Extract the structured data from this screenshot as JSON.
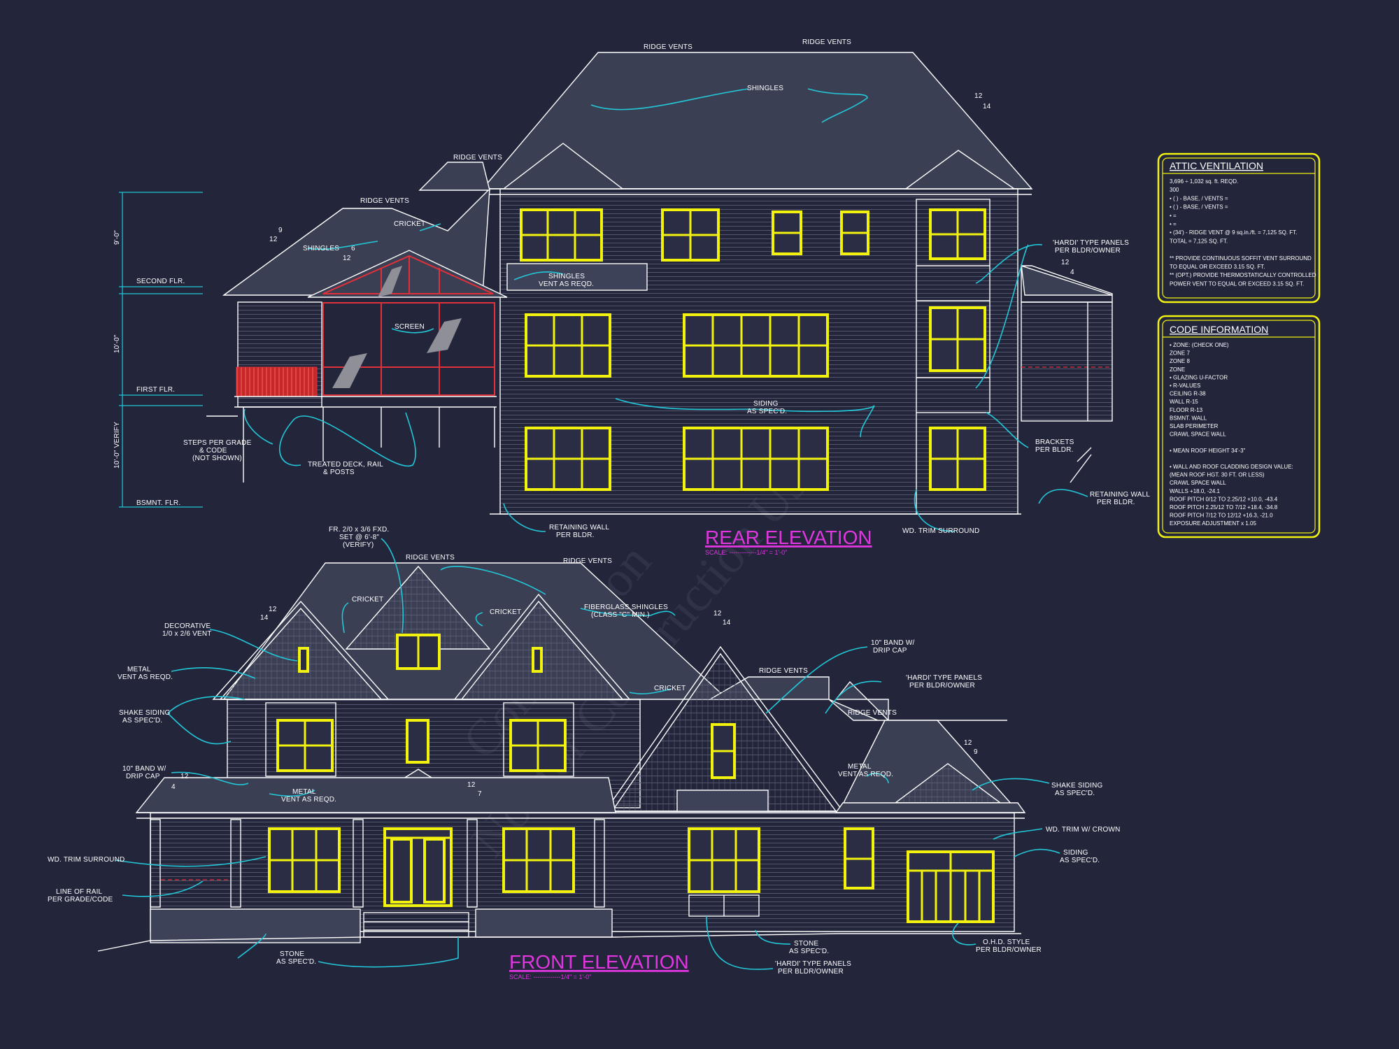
{
  "colors": {
    "background": "#23253b",
    "linework": "#ffffff",
    "windows": "#f2f20e",
    "leaders": "#22c8d8",
    "titles": "#e036e0",
    "screen_frame": "#e0303a",
    "info_box_border": "#f2f20e"
  },
  "watermark": {
    "line1": "Construction",
    "line2": "Not for Construction Use"
  },
  "rear": {
    "title": "REAR ELEVATION",
    "scale": "SCALE: -------------1/4\" = 1'-0\"",
    "levels": {
      "second": "SECOND FLR.",
      "first": "FIRST FLR.",
      "basement": "BSMNT. FLR.",
      "dim_upper": "9'-0\"",
      "dim_mid": "10'-0\"",
      "dim_lower": "10'-0\" VERIFY"
    },
    "pitches": {
      "main_rise": "12",
      "main_run": "14",
      "left_rise": "9",
      "left_run": "12",
      "porch_rise": "6",
      "porch_run": "12",
      "right_rise": "12",
      "right_run": "4"
    },
    "notes": {
      "ridge_vents_1": "RIDGE VENTS",
      "ridge_vents_2": "RIDGE VENTS",
      "ridge_vents_3": "RIDGE VENTS",
      "ridge_vents_4": "RIDGE VENTS",
      "shingles_main": "SHINGLES",
      "shingles_left": "SHINGLES",
      "cricket": "CRICKET",
      "shingles_vent_1": "SHINGLES",
      "shingles_vent_2": "VENT AS REQD.",
      "screen": "SCREEN",
      "siding_1": "SIDING",
      "siding_2": "AS SPEC'D.",
      "hardi_1": "'HARDI' TYPE PANELS",
      "hardi_2": "PER BLDR/OWNER",
      "brackets_1": "BRACKETS",
      "brackets_2": "PER BLDR.",
      "retaining_right_1": "RETAINING WALL",
      "retaining_right_2": "PER BLDR.",
      "trim": "WD. TRIM SURROUND",
      "retaining_left_1": "RETAINING WALL",
      "retaining_left_2": "PER BLDR.",
      "steps_1": "STEPS PER GRADE",
      "steps_2": "& CODE",
      "steps_3": "(NOT SHOWN)",
      "deck_1": "TREATED DECK, RAIL",
      "deck_2": "& POSTS"
    }
  },
  "front": {
    "title": "FRONT ELEVATION",
    "scale": "SCALE: -------------1/4\" = 1'-0\"",
    "pitches": {
      "left_rise": "14",
      "left_run": "12",
      "mid_rise": "12",
      "mid_run": "14",
      "porch_rise": "4",
      "porch_run": "12",
      "entry_rise": "12",
      "entry_run": "7",
      "garage_rise": "12",
      "garage_run": "9"
    },
    "notes": {
      "fr_1": "FR. 2/0 x 3/6 FXD.",
      "fr_2": "SET @ 6'-8\"",
      "fr_3": "(VERIFY)",
      "ridge_vents_1": "RIDGE VENTS",
      "ridge_vents_2": "RIDGE VENTS",
      "ridge_vents_3": "RIDGE VENTS",
      "ridge_vents_4": "RIDGE VENTS",
      "cricket_1": "CRICKET",
      "cricket_2": "CRICKET",
      "cricket_3": "CRICKET",
      "fiberglass_1": "FIBERGLASS SHINGLES",
      "fiberglass_2": "(CLASS \"C\" MIN.)",
      "deco_1": "DECORATIVE",
      "deco_2": "1/0 x 2/6 VENT",
      "metal_1a": "METAL",
      "metal_1b": "VENT AS REQD.",
      "metal_2a": "METAL",
      "metal_2b": "VENT AS REQD.",
      "metal_3a": "METAL",
      "metal_3b": "VENT AS REQD.",
      "shake_left_1": "SHAKE SIDING",
      "shake_left_2": "AS SPEC'D.",
      "band_left_1": "10\" BAND W/",
      "band_left_2": "DRIP CAP",
      "band_right_1": "10\" BAND W/",
      "band_right_2": "DRIP CAP",
      "hardi_top_1": "'HARDI' TYPE PANELS",
      "hardi_top_2": "PER BLDR/OWNER",
      "shake_right_1": "SHAKE SIDING",
      "shake_right_2": "AS SPEC'D.",
      "trim_crown": "WD. TRIM W/ CROWN",
      "siding_1": "SIDING",
      "siding_2": "AS SPEC'D.",
      "trim_left": "WD. TRIM SURROUND",
      "rail_1": "LINE OF RAIL",
      "rail_2": "PER GRADE/CODE",
      "stone_left_1": "STONE",
      "stone_left_2": "AS SPEC'D.",
      "stone_right_1": "STONE",
      "stone_right_2": "AS SPEC'D.",
      "hardi_bottom_1": "'HARDI' TYPE PANELS",
      "hardi_bottom_2": "PER BLDR/OWNER",
      "ohd_1": "O.H.D. STYLE",
      "ohd_2": "PER BLDR/OWNER"
    }
  },
  "attic": {
    "title": "ATTIC VENTILATION",
    "lines": [
      "3,696 ÷ 1,032 sq. ft. REQD.",
      "300",
      "• ( ) -      BASE,    /    VENTS   =",
      "• ( ) -      BASE,    /    VENTS   =",
      "•                                        =",
      "•                                        =",
      "• (34') - RIDGE VENT @ 9 sq.in./ft.  = 7,125 SQ. FT.",
      "                                   TOTAL     = 7,125 SQ. FT.",
      "",
      "** PROVIDE CONTINUOUS SOFFIT VENT SURROUND",
      "    TO EQUAL OR EXCEED 3.15 SQ. FT.",
      "** (OPT.) PROVIDE THERMOSTATICALLY CONTROLLED",
      "    POWER VENT TO EQUAL OR EXCEED  3.15 SQ. FT."
    ]
  },
  "code": {
    "title": "CODE INFORMATION",
    "lines": [
      "• ZONE: (CHECK ONE)",
      "      ZONE 7",
      "      ZONE 8",
      "      ZONE",
      "• GLAZING U-FACTOR",
      "• R-VALUES",
      "      CEILING                R-38",
      "      WALL                   R-15",
      "      FLOOR                  R-13",
      "      BSMNT. WALL",
      "      SLAB PERIMETER",
      "      CRAWL SPACE WALL",
      "",
      "• MEAN ROOF HEIGHT  34'-3\"",
      "",
      "• WALL AND ROOF CLADDING DESIGN VALUE:",
      "   (MEAN ROOF HGT. 30 FT. OR LESS)",
      "      CRAWL SPACE WALL",
      "      WALLS                         +18.0, -24.1",
      "      ROOF PITCH 0/12 TO 2.25/12   +10.0, -43.4",
      "      ROOF PITCH 2.25/12 TO 7/12   +18.4, -34.8",
      "      ROOF PITCH 7/12 TO 12/12     +16.3, -21.0",
      "      EXPOSURE ADJUSTMENT          x 1.05"
    ]
  }
}
